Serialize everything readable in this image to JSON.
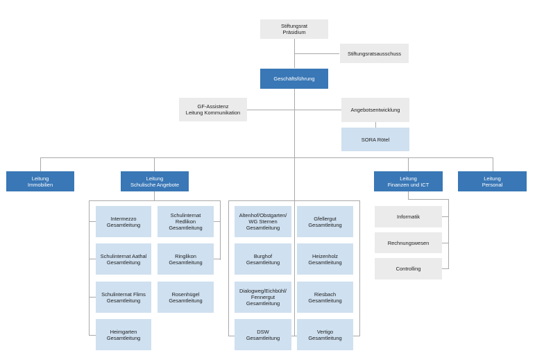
{
  "chart": {
    "top": {
      "stiftungsrat": "Stiftungsrat\nPräsidium",
      "ausschuss": "Stiftungsratsausschuss",
      "gf": "Geschäftsführung",
      "gf_assistenz": "GF-Assistenz\nLeitung Kommunikation",
      "angebotsentwicklung": "Angebotsentwicklung",
      "sora": "SORA Rötel"
    },
    "departments": {
      "immobilien": "Leitung\nImmobilien",
      "schulisch": "Leitung\nSchulische Angebote",
      "finanzen": "Leitung\nFinanzen und ICT",
      "personal": "Leitung\nPersonal"
    },
    "schulisch_units": [
      "Intermezzo\nGesamtleitung",
      "Schulinternat Redlikon\nGesamtleitung",
      "Schulinternat Aathal\nGesamtleitung",
      "Ringlikon\nGesamtleitung",
      "Schulinternat Flims\nGesamtleitung",
      "Rosenhügel\nGesamtleitung",
      "Heimgarten\nGesamtleitung"
    ],
    "gf_units": [
      "Altenhof/Obstgarten/\nWG Sternen\nGesamtleitung",
      "Gfellergut\nGesamtleitung",
      "Burghof\nGesamtleitung",
      "Heizenholz\nGesamtleitung",
      "Dialogweg/Eichbühl/\nFennergut\nGesamtleitung",
      "Riesbach\nGesamtleitung",
      "DSW\nGesamtleitung",
      "Vertigo\nGesamtleitung"
    ],
    "finanzen_units": [
      "Informatik",
      "Rechnungswesen",
      "Controlling"
    ]
  }
}
